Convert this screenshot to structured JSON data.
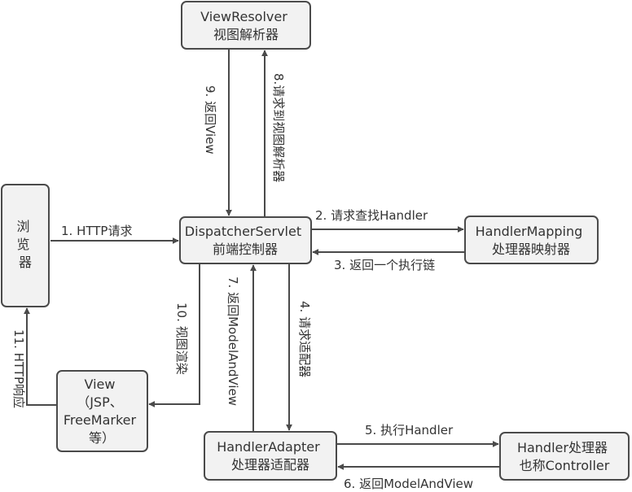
{
  "nodes": {
    "browser": {
      "lines": [
        "浏",
        "览",
        "器"
      ]
    },
    "dispatcher": {
      "lines": [
        "DispatcherServlet",
        "前端控制器"
      ]
    },
    "view_resolver": {
      "lines": [
        "ViewResolver",
        "视图解析器"
      ]
    },
    "handler_mapping": {
      "lines": [
        "HandlerMapping",
        "处理器映射器"
      ]
    },
    "handler_adapter": {
      "lines": [
        "HandlerAdapter",
        "处理器适配器"
      ]
    },
    "handler": {
      "lines": [
        "Handler处理器",
        "也称Controller"
      ]
    },
    "view": {
      "lines": [
        "View",
        "（JSP、",
        "FreeMarker",
        "等）"
      ]
    }
  },
  "edges": {
    "e1": "1. HTTP请求",
    "e2": "2. 请求查找Handler",
    "e3": "3. 返回一个执行链",
    "e4": "4. 请求适配器",
    "e5": "5. 执行Handler",
    "e6": "6. 返回ModelAndView",
    "e7": "7. 返回ModelAndView",
    "e8": "8.请求到视图解析器",
    "e9": "9. 返回View",
    "e10": "10. 视图渲染",
    "e11": "11. HTTP响应"
  },
  "colors": {
    "box_fill": "#f2f2f2",
    "stroke": "#4a4a4a",
    "text": "#333333"
  }
}
